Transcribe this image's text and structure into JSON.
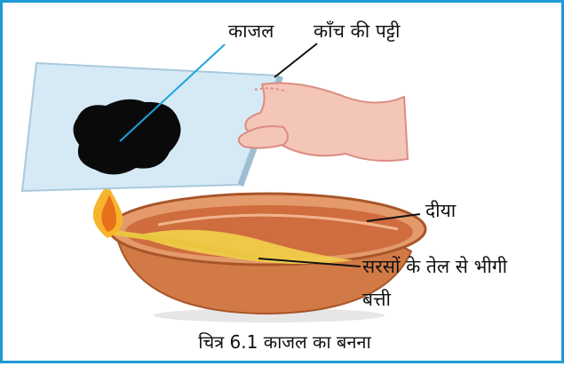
{
  "labels": {
    "kajal": "काजल",
    "glass_strip": "काँच की पट्टी",
    "diya": "दीया",
    "wick_line1": "सरसों के तेल से भीगी",
    "wick_line2": "बत्ती"
  },
  "caption": "चित्र 6.1 काजल का बनना",
  "colors": {
    "frame_border": "#1e9ad6",
    "pointer_line_kajal": "#1fa3dc",
    "pointer_line_other": "#111111",
    "glass": "#d6eaf6",
    "soot": "#0a0a0a",
    "diya_clay": "#d27a45",
    "flame": "#f7b42c",
    "oil": "#f2d04a",
    "hand_skin": "#f4c6b8"
  }
}
